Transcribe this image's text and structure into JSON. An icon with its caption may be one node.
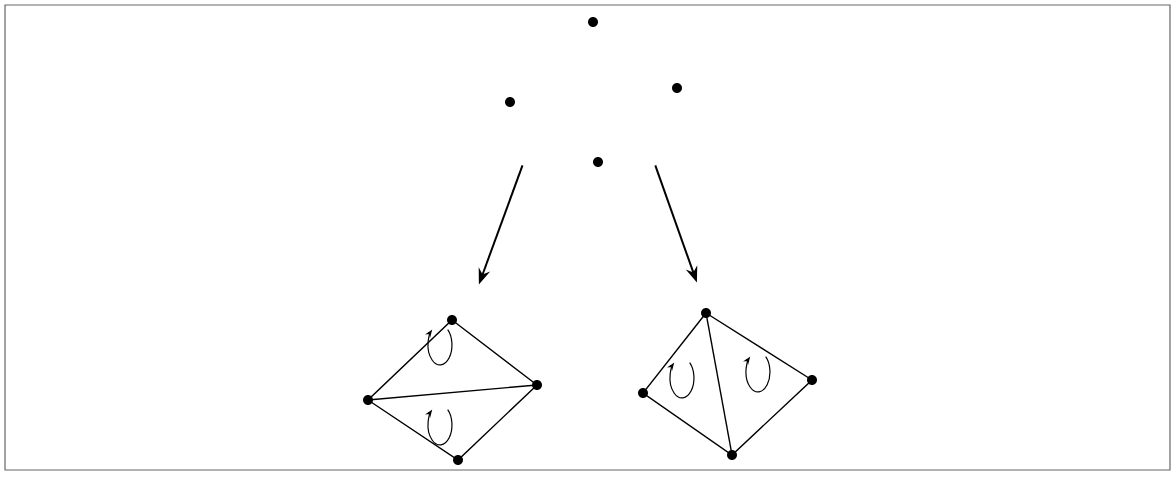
{
  "diagram": {
    "nodes": [
      {
        "text": [],
        "shape": "picture"
      },
      {
        "text": [],
        "shape": "picture"
      },
      {
        "text": [],
        "shape": "picture"
      }
    ],
    "edges": [
      {
        "from": 0,
        "to": 1,
        "arrow": "to"
      },
      {
        "from": 0,
        "to": 2,
        "arrow": "to"
      }
    ]
  }
}
